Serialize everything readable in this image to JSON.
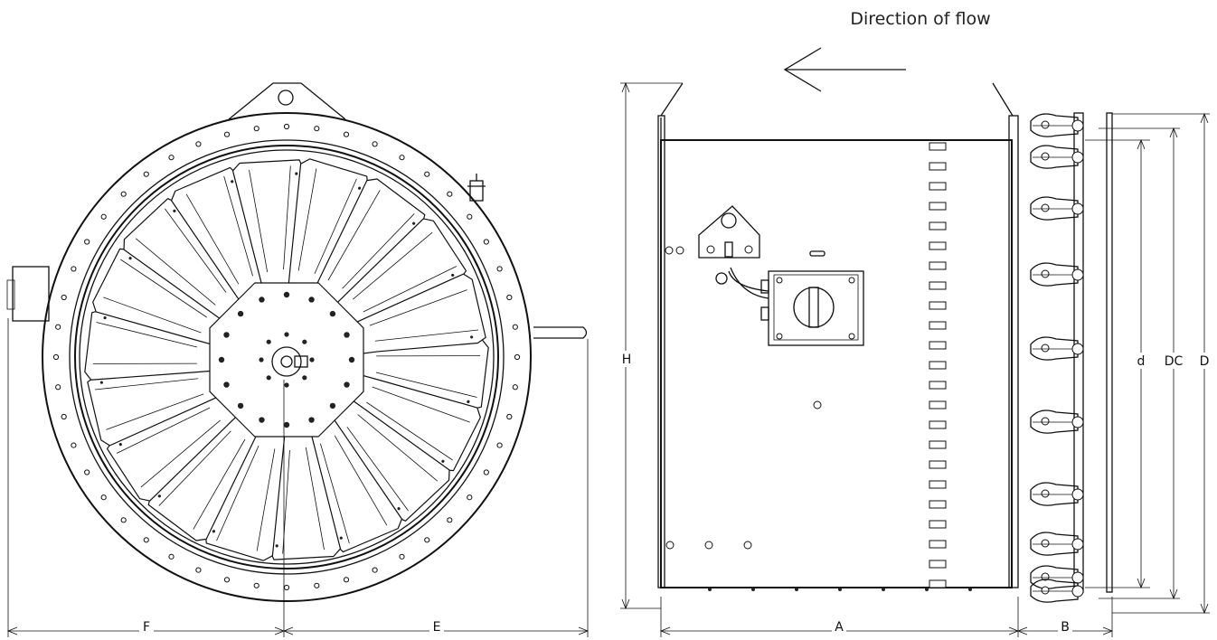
{
  "title": "Direction of flow",
  "dimensions": {
    "F": "F",
    "E": "E",
    "H": "H",
    "A": "A",
    "B": "B",
    "d": "d",
    "DC": "DC",
    "D": "D"
  },
  "blade_count": 18,
  "flange_bolt_count": 48
}
